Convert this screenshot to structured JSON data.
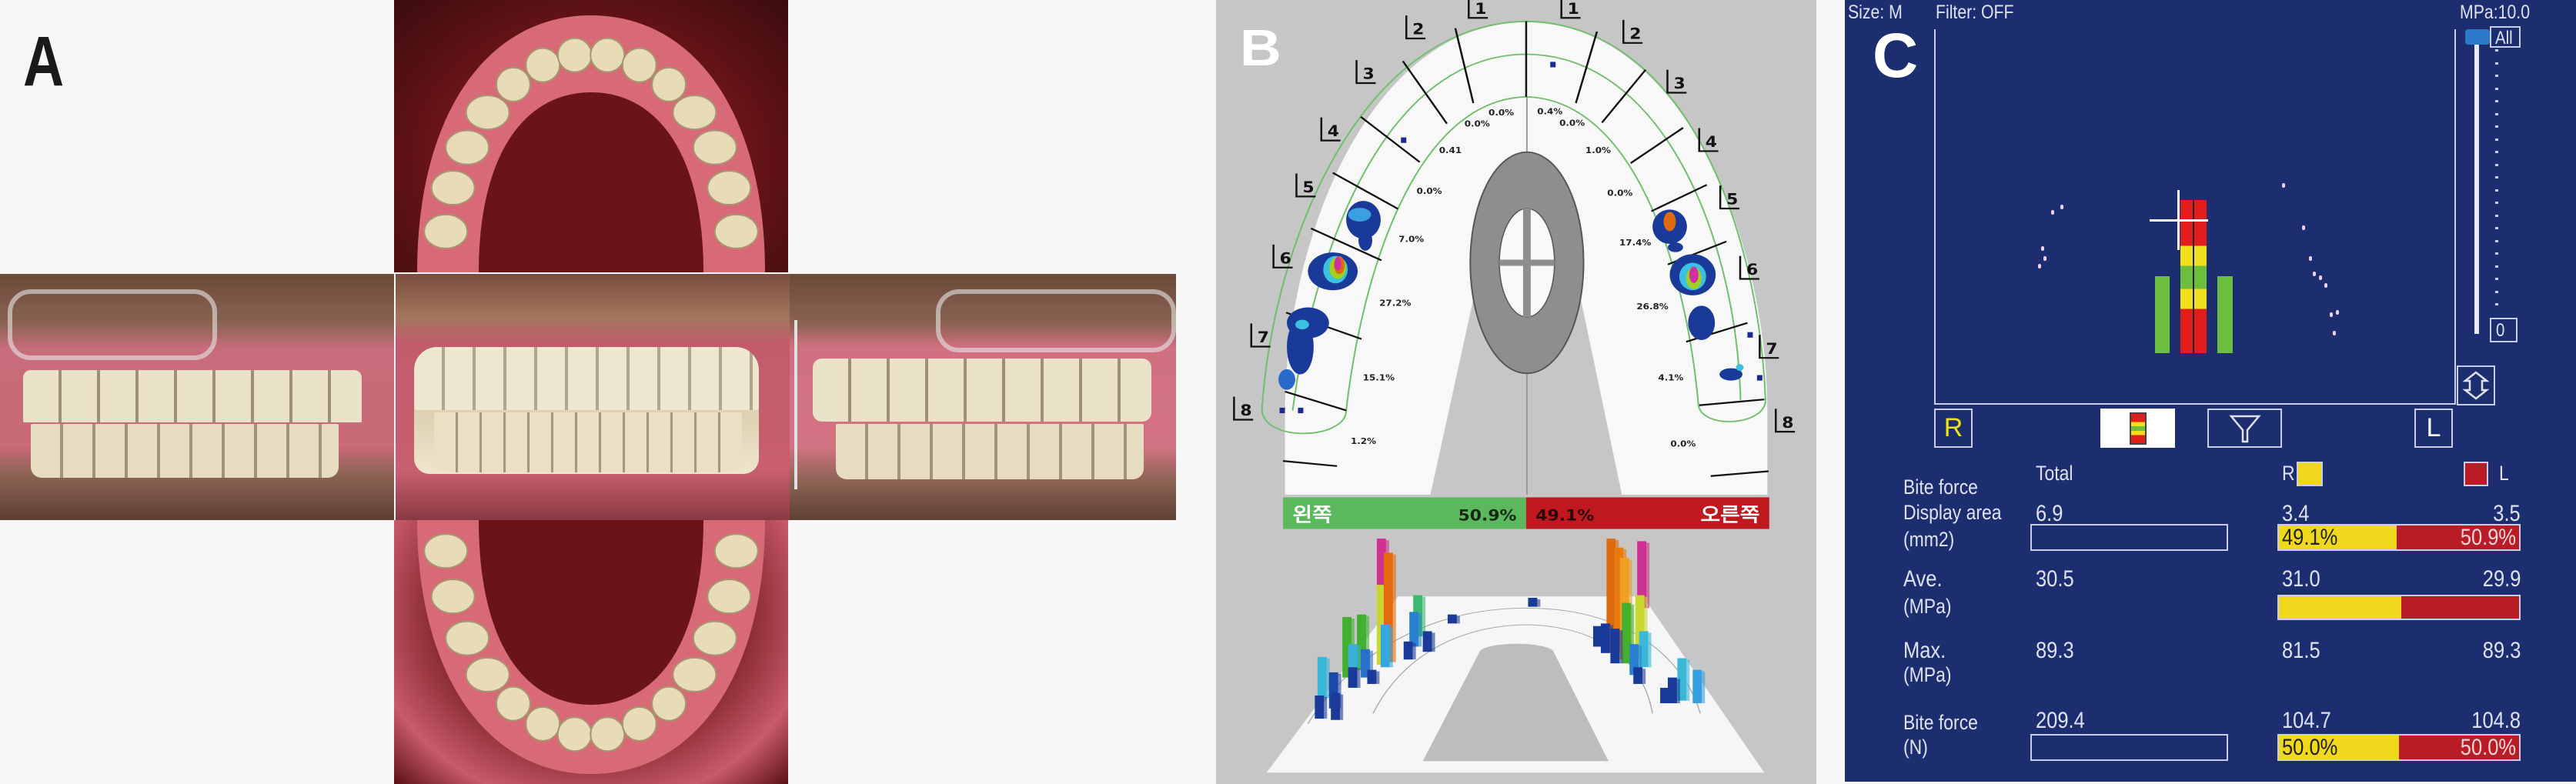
{
  "panel_a": {
    "label": "A"
  },
  "panel_b": {
    "label": "B",
    "tooth_numbers_left": [
      "1",
      "2",
      "3",
      "4",
      "5",
      "6",
      "7",
      "8"
    ],
    "tooth_numbers_right": [
      "1",
      "2",
      "3",
      "4",
      "5",
      "6",
      "7",
      "8"
    ],
    "percentages": [
      "0.0%",
      "0.0%",
      "0.4%",
      "0.0%",
      "0.41",
      "1.0%",
      "0.0%",
      "0.0%",
      "7.0%",
      "17.4%",
      "27.2%",
      "26.8%",
      "15.1%",
      "4.1%",
      "1.2%",
      "0.0%"
    ],
    "balance": {
      "left_label": "왼쪽",
      "left_value": "50.9%",
      "right_value": "49.1%",
      "right_label": "오른쪽",
      "left_color": "#5cb85c",
      "right_color": "#c0181f"
    }
  },
  "panel_c": {
    "label": "C",
    "header": {
      "size": "Size: M",
      "filter": "Filter: OFF",
      "scale": "MPa:10.0"
    },
    "slider": {
      "top_label": "All",
      "bottom_label": "0"
    },
    "buttons": {
      "right": "R",
      "left": "L"
    },
    "table": {
      "col_total": "Total",
      "col_r": "R",
      "col_l": "L",
      "rows": [
        {
          "label1": "Bite force",
          "label2": "Display area",
          "label3": "(mm2)",
          "total": "6.9",
          "r": "3.4",
          "l": "3.5",
          "r_pct": "49.1%",
          "l_pct": "50.9%",
          "r_frac": 0.491
        },
        {
          "label1": "Ave.",
          "label2": "(MPa)",
          "total": "30.5",
          "r": "31.0",
          "l": "29.9",
          "r_frac": 0.509
        },
        {
          "label1": "Max.",
          "label2": "(MPa)",
          "total": "89.3",
          "r": "81.5",
          "l": "89.3"
        },
        {
          "label1": "Bite force",
          "label2": "(N)",
          "total": "209.4",
          "r": "104.7",
          "l": "104.8",
          "r_pct": "50.0%",
          "l_pct": "50.0%",
          "r_frac": 0.5
        }
      ]
    },
    "colors": {
      "background": "#1c2e70",
      "right": "#f0d81c",
      "left": "#b81c24"
    }
  }
}
